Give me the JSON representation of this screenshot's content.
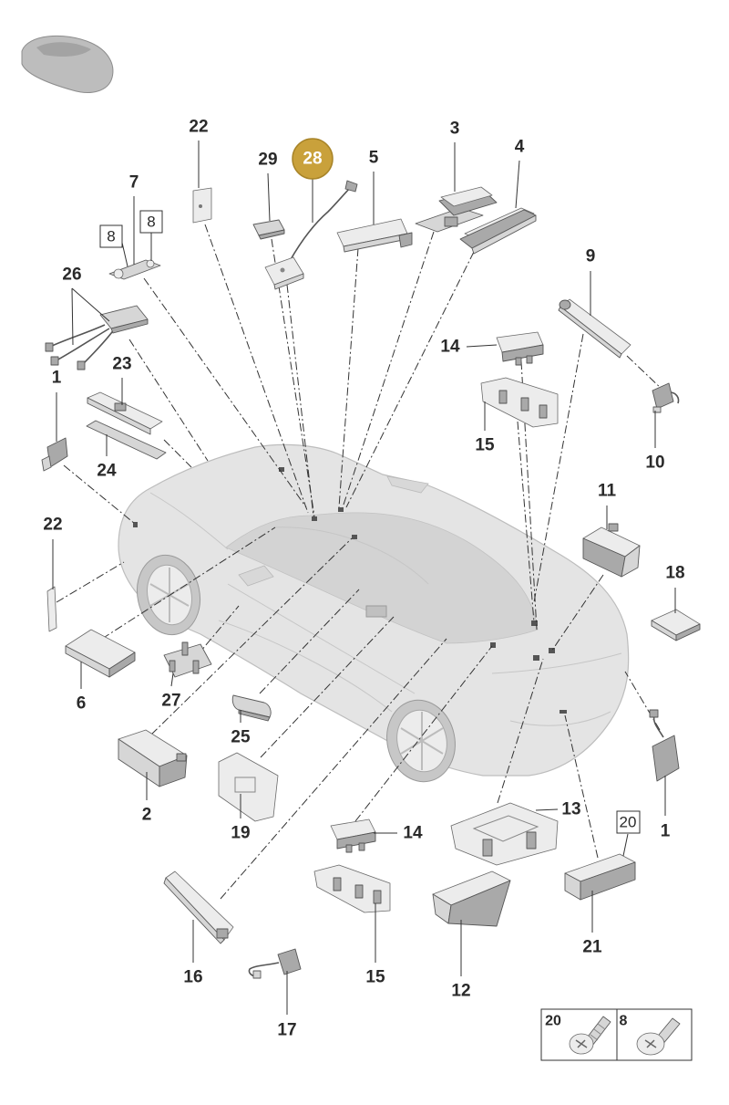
{
  "callouts": [
    "22",
    "29",
    "28",
    "5",
    "3",
    "4",
    "7",
    "8",
    "8",
    "26",
    "9",
    "14",
    "1",
    "23",
    "15",
    "24",
    "10",
    "22",
    "11",
    "18",
    "6",
    "27",
    "25",
    "2",
    "19",
    "13",
    "14",
    "20",
    "1",
    "15",
    "16",
    "17",
    "12",
    "21"
  ],
  "legend": {
    "items": [
      {
        "text": "20",
        "icon": "screw-20-icon"
      },
      {
        "text": "8",
        "icon": "screw-8-icon"
      }
    ]
  },
  "colors": {
    "highlight": "#c9a13b"
  }
}
